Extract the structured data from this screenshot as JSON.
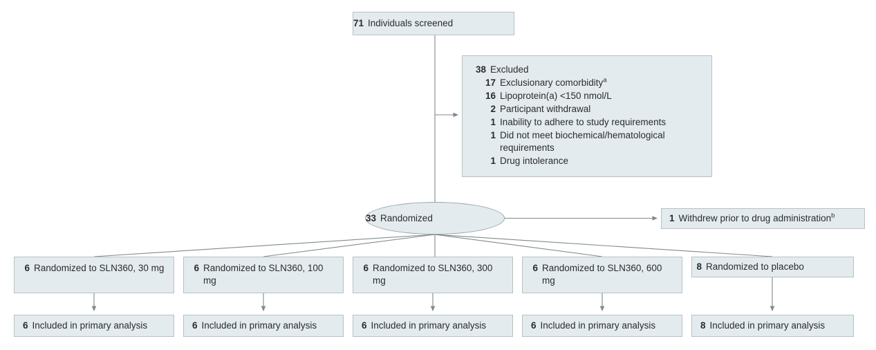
{
  "diagram": {
    "type": "consort-flow-diagram",
    "colors": {
      "box_fill": "#e4ebee",
      "box_border": "#b7c0c4",
      "line": "#7f898e",
      "text": "#2b2b2b"
    },
    "screened": {
      "count": "71",
      "label": "Individuals screened"
    },
    "excluded": {
      "count": "38",
      "label": "Excluded",
      "reasons": [
        {
          "count": "17",
          "label": "Exclusionary comorbidity",
          "footnote": "a"
        },
        {
          "count": "16",
          "label": "Lipoprotein(a) <150 nmol/L",
          "footnote": ""
        },
        {
          "count": "2",
          "label": "Participant withdrawal",
          "footnote": ""
        },
        {
          "count": "1",
          "label": "Inability to adhere to study requirements",
          "footnote": ""
        },
        {
          "count": "1",
          "label": "Did not meet biochemical/hematological requirements",
          "footnote": ""
        },
        {
          "count": "1",
          "label": "Drug intolerance",
          "footnote": ""
        }
      ]
    },
    "randomized": {
      "count": "33",
      "label": "Randomized"
    },
    "withdrew": {
      "count": "1",
      "label": "Withdrew prior to drug administration",
      "footnote": "b"
    },
    "arms": [
      {
        "count": "6",
        "label": "Randomized to SLN360, 30 mg",
        "analysis_count": "6",
        "analysis_label": "Included in primary analysis"
      },
      {
        "count": "6",
        "label": "Randomized to SLN360, 100 mg",
        "analysis_count": "6",
        "analysis_label": "Included in primary analysis"
      },
      {
        "count": "6",
        "label": "Randomized to SLN360, 300 mg",
        "analysis_count": "6",
        "analysis_label": "Included in primary analysis"
      },
      {
        "count": "6",
        "label": "Randomized to SLN360, 600 mg",
        "analysis_count": "6",
        "analysis_label": "Included in primary analysis"
      },
      {
        "count": "8",
        "label": "Randomized to placebo",
        "analysis_count": "8",
        "analysis_label": "Included in primary analysis"
      }
    ]
  }
}
